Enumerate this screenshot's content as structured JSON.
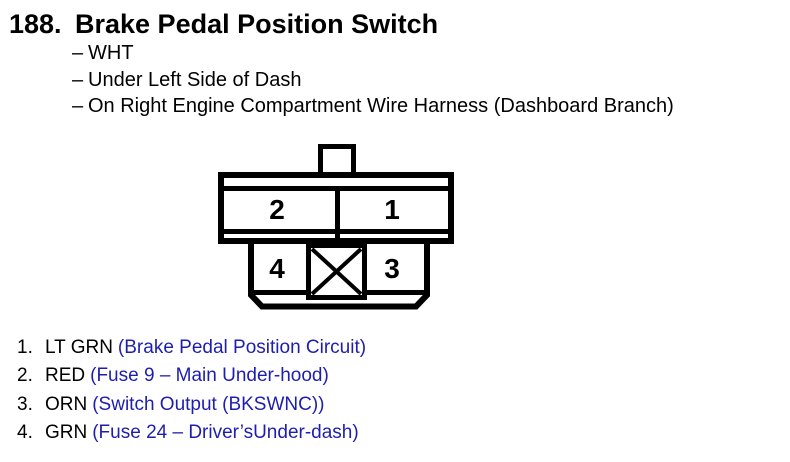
{
  "header": {
    "number": "188.",
    "title": "Brake Pedal Position Switch"
  },
  "details": {
    "bullet": "–",
    "items": [
      "WHT",
      "Under Left Side of Dash",
      "On Right Engine Compartment Wire Harness (Dashboard Branch)"
    ]
  },
  "connector": {
    "pin_top_left": "2",
    "pin_top_right": "1",
    "pin_bottom_left": "4",
    "pin_bottom_right": "3"
  },
  "legend": {
    "items": [
      {
        "num": "1.",
        "wire_color": "LT GRN",
        "circuit": "(Brake Pedal Position Circuit)"
      },
      {
        "num": "2.",
        "wire_color": "RED",
        "circuit": "(Fuse 9 – Main Under-hood)"
      },
      {
        "num": "3.",
        "wire_color": "ORN",
        "circuit": "(Switch Output (BKSWNC))"
      },
      {
        "num": "4.",
        "wire_color": "GRN",
        "circuit": "(Fuse 24 – Driver’sUnder-dash)"
      }
    ]
  },
  "colors": {
    "text_black": "#000000",
    "circuit_blue": "#1e1eae",
    "diagram_stroke": "#000000",
    "background": "#ffffff"
  }
}
